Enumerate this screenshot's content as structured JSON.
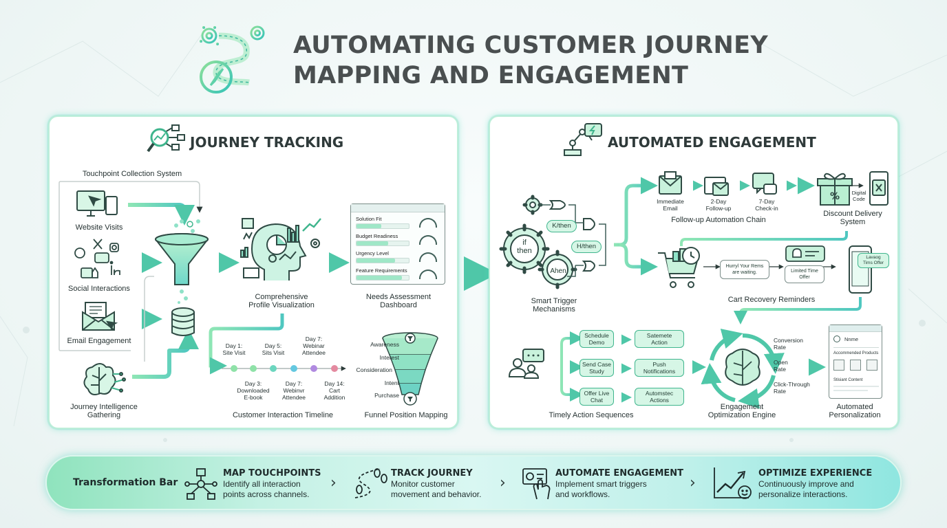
{
  "title_line1": "AUTOMATING CUSTOMER JOURNEY",
  "title_line2": "MAPPING AND ENGAGEMENT",
  "journey": {
    "title": "JOURNEY TRACKING",
    "touchpoint_system": "Touchpoint Collection System",
    "website_visits": "Website Visits",
    "social_interactions": "Social Interactions",
    "email_engagement": "Email Engagement",
    "intel_line1": "Journey Intelligence",
    "intel_line2": "Gathering",
    "profile_line1": "Comprehensive",
    "profile_line2": "Profile Visualization",
    "dashboard_line1": "Needs Assessment",
    "dashboard_line2": "Dashboard",
    "dashboard_rows": [
      "Solution Fit",
      "Budget Readiness",
      "Urgency Level",
      "Feature Requirements"
    ],
    "timeline_title": "Customer Interaction Timeline",
    "timeline_top": [
      {
        "l1": "Day 1:",
        "l2": "Site Visit"
      },
      {
        "l1": "Day 5:",
        "l2": "Sits Visit"
      },
      {
        "l1": "Day 7:",
        "l2": "Webinar",
        "l3": "Attendee"
      }
    ],
    "timeline_bottom": [
      {
        "l1": "Day 3:",
        "l2": "Downloaded",
        "l3": "E-book"
      },
      {
        "l1": "Day 7:",
        "l2": "Webinvr",
        "l3": "Attendee"
      },
      {
        "l1": "Day 14:",
        "l2": "Cart",
        "l3": "Addition"
      }
    ],
    "funnel_title": "Funnel Position Mapping",
    "funnel_stages": [
      "Awareness",
      "Interest",
      "Consideration",
      "Intent",
      "Purchase"
    ]
  },
  "engagement": {
    "title": "AUTOMATED ENGAGEMENT",
    "gear_if": "if",
    "gear_then": "then",
    "gear_then2": "Ahen",
    "gate1": "K/then",
    "gate2": "H/then",
    "smart_line1": "Smart Trigger",
    "smart_line2": "Mechanisms",
    "chain": [
      {
        "l1": "Immediate",
        "l2": "Email"
      },
      {
        "l1": "2-Day",
        "l2": "Follow-up"
      },
      {
        "l1": "7-Day",
        "l2": "Check-in"
      }
    ],
    "chain_title": "Follow-up Automation Chain",
    "digital_code_l1": "Digital",
    "digital_code_l2": "Code",
    "discount_line1": "Discount Delivery",
    "discount_line2": "System",
    "cart_msg_l1": "Hurryl Your Rems",
    "cart_msg_l2": "are waiting.",
    "limited_l1": "Limited Time",
    "limited_l2": "Offer",
    "phone_l1": "Lavaog",
    "phone_l2": "Tims Offer",
    "cart_title": "Cart Recovery Reminders",
    "actions_left": [
      {
        "l1": "Schedule",
        "l2": "Demo"
      },
      {
        "l1": "Send Case",
        "l2": "Study"
      },
      {
        "l1": "Offer Live",
        "l2": "Chat"
      }
    ],
    "actions_right": [
      {
        "l1": "Satemete",
        "l2": "Action"
      },
      {
        "l1": "Push",
        "l2": "Notifications"
      },
      {
        "l1": "Automstec",
        "l2": "Actions"
      }
    ],
    "timely_title": "Timely Action Sequences",
    "metrics": [
      {
        "l1": "Conversion",
        "l2": "Rate"
      },
      {
        "l1": "Open",
        "l2": "Rate"
      },
      {
        "l1": "Click-Through",
        "l2": "Rate"
      }
    ],
    "optim_line1": "Engagement",
    "optim_line2": "Optimization Engine",
    "pers_name": "Nnme",
    "pers_products": "Accommended Products",
    "pers_content": "Stisiant Content",
    "pers_line1": "Automated",
    "pers_line2": "Personalization"
  },
  "bottom": {
    "label": "Transformation Bar",
    "steps": [
      {
        "title": "MAP TOUCHPOINTS",
        "d1": "Identify all interaction",
        "d2": "points across channels."
      },
      {
        "title": "TRACK JOURNEY",
        "d1": "Monitor customer",
        "d2": "movement and behavior."
      },
      {
        "title": "AUTOMATE ENGAGEMENT",
        "d1": "Implement smart triggers",
        "d2": "and workflows."
      },
      {
        "title": "OPTIMIZE EXPERIENCE",
        "d1": "Continuously improve and",
        "d2": "personalize interactions."
      }
    ]
  },
  "colors": {
    "accent": "#3fc59a",
    "accent_dark": "#2f8f73",
    "cyan": "#45c8d6",
    "text": "#263232"
  }
}
